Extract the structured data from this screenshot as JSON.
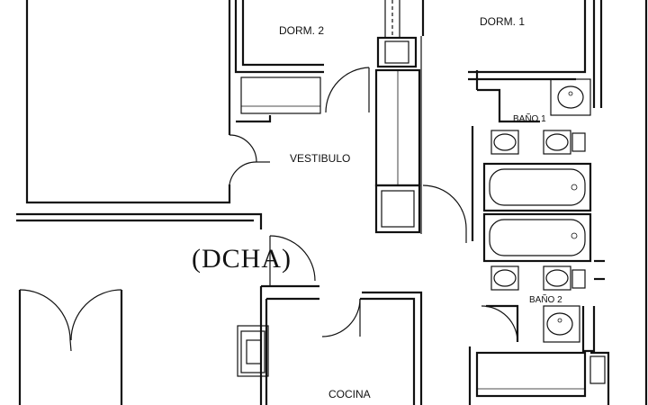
{
  "rooms": {
    "dorm2": "DORM. 2",
    "dorm1": "DORM. 1",
    "vestibulo": "VESTIBULO",
    "bano1": "BAÑO 1",
    "bano2": "BAÑO 2",
    "cocina": "COCINA"
  },
  "unit_label": "(DCHA)"
}
